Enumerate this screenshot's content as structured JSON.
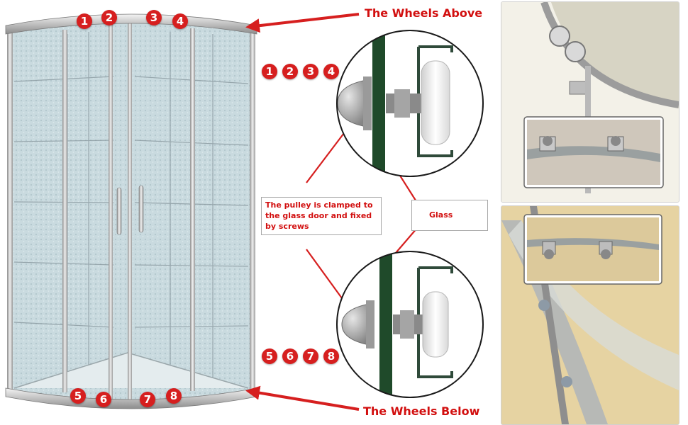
{
  "headings": {
    "wheels_above": "The Wheels Above",
    "wheels_below": "The Wheels Below"
  },
  "callouts": {
    "pulley_note": "The pulley is clamped to the glass door and fixed by screws",
    "glass_label": "Glass"
  },
  "top_badges": [
    "1",
    "2",
    "3",
    "4"
  ],
  "bottom_badges": [
    "5",
    "6",
    "7",
    "8"
  ],
  "colors": {
    "accent_red": "#d61f1f",
    "frame_silver": "#bdbdbd",
    "glass_green": "#1f4a2a"
  }
}
